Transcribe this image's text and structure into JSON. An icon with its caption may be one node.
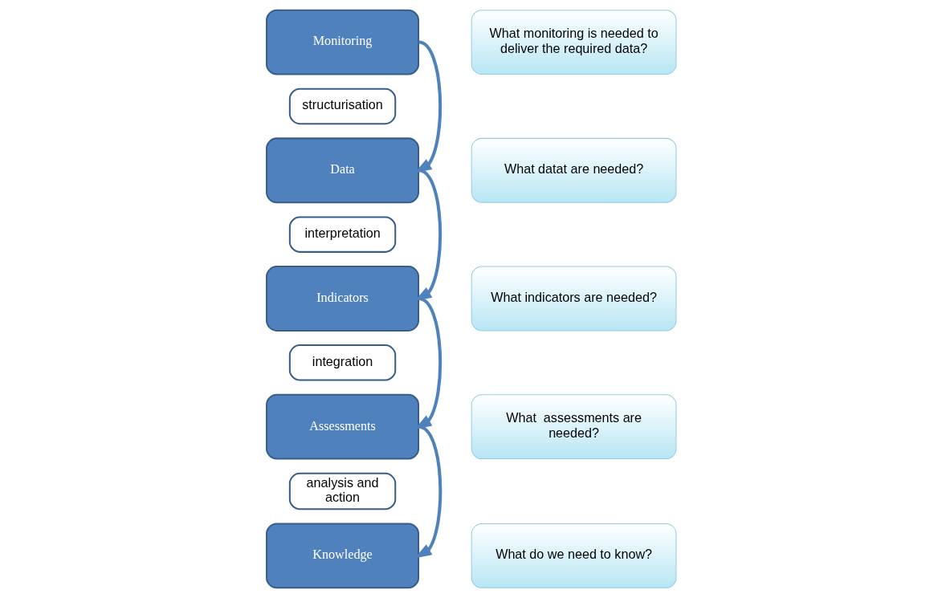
{
  "diagram": {
    "nodes": [
      {
        "text": [
          "Monitoring"
        ]
      },
      {
        "text": [
          "Data"
        ]
      },
      {
        "text": [
          "Indicators"
        ]
      },
      {
        "text": [
          "Assessments"
        ]
      },
      {
        "text": [
          "Knowledge"
        ]
      },
      {
        "text": [
          "structurisation"
        ]
      },
      {
        "text": [
          "interpretation"
        ]
      },
      {
        "text": [
          "integration"
        ]
      },
      {
        "text": [
          "analysis and action"
        ]
      },
      {
        "text": [
          "What monitoring is needed to deliver the required data?"
        ]
      },
      {
        "text": [
          "What datat are needed?"
        ]
      },
      {
        "text": [
          "What indicators are needed?"
        ]
      },
      {
        "text": [
          "What  assessments are needed?"
        ]
      },
      {
        "text": [
          "What do we need to know?"
        ]
      }
    ],
    "edges": [
      {
        "from": 0,
        "to": 1,
        "arrow": "to"
      },
      {
        "from": 1,
        "to": 2,
        "arrow": "to"
      },
      {
        "from": 2,
        "to": 3,
        "arrow": "to"
      },
      {
        "from": 3,
        "to": 4,
        "arrow": "to"
      }
    ]
  }
}
